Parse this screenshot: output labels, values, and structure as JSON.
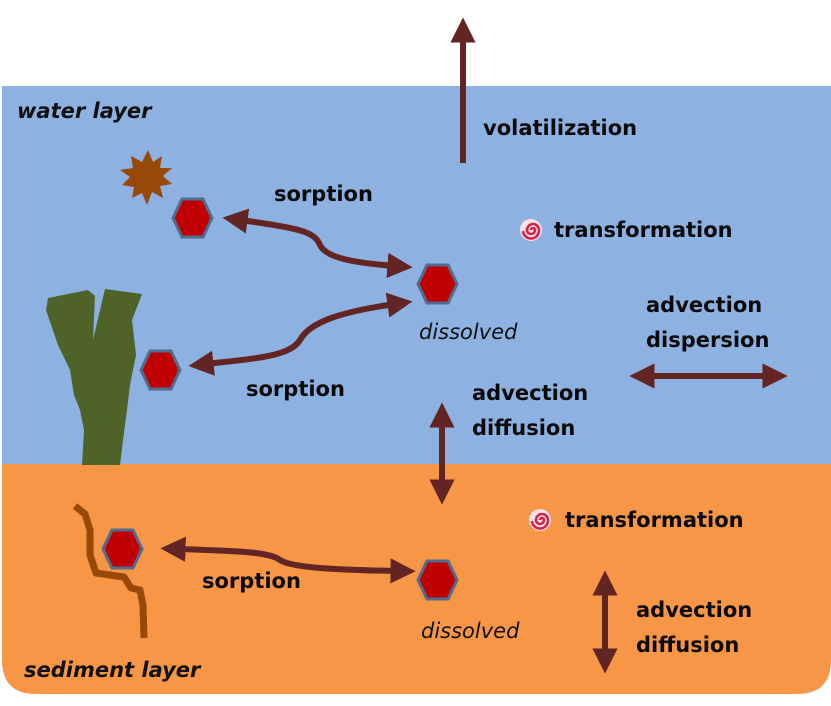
{
  "colors": {
    "water": "#8db1e1",
    "sediment": "#f79646",
    "arrow": "#632523",
    "molecule_fill": "#c00000",
    "molecule_stroke": "#4f6d8f",
    "particle_star": "#984807",
    "plant": "#4f6228",
    "root": "#984807",
    "spiral": "#d8234a"
  },
  "water_layer": {
    "label": "water layer",
    "volatilization": "volatilization",
    "transformation": "transformation",
    "sorption_top": "sorption",
    "sorption_bottom": "sorption",
    "dissolved": "dissolved",
    "advection_dispersion": [
      "advection",
      "dispersion"
    ],
    "advection_diffusion": [
      "advection",
      "diffusion"
    ]
  },
  "sediment_layer": {
    "label": "sediment layer",
    "transformation": "transformation",
    "sorption": "sorption",
    "dissolved": "dissolved",
    "advection_diffusion": [
      "advection",
      "diffusion"
    ]
  }
}
